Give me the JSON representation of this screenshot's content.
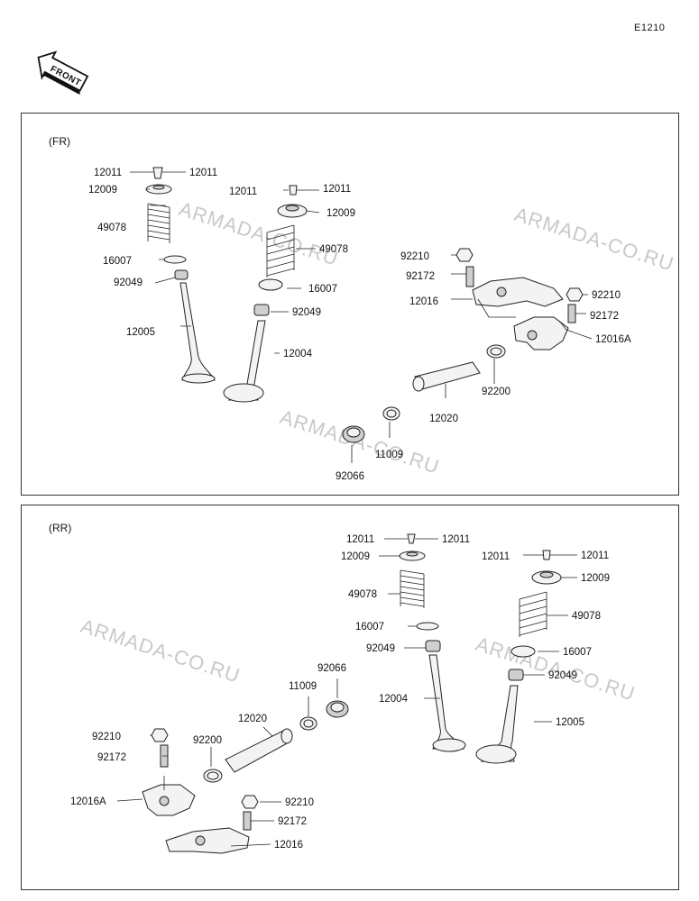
{
  "page_code": "E1210",
  "front_arrow": {
    "text": "FRONT",
    "icon": "front-direction-arrow-icon"
  },
  "watermark": "ARMADA-CO.RU",
  "panels": {
    "fr": {
      "label": "(FR)",
      "callouts": {
        "c1": "12011",
        "c2": "12011",
        "c3": "12009",
        "c4": "49078",
        "c5": "16007",
        "c6": "92049",
        "c7": "12005",
        "c8": "12011",
        "c9": "12011",
        "c10": "12009",
        "c11": "49078",
        "c12": "16007",
        "c13": "92049",
        "c14": "12004",
        "c15": "92210",
        "c16": "92172",
        "c17": "12016",
        "c18": "92210",
        "c19": "92172",
        "c20": "12016A",
        "c21": "92200",
        "c22": "12020",
        "c23": "11009",
        "c24": "92066"
      }
    },
    "rr": {
      "label": "(RR)",
      "callouts": {
        "c1": "12011",
        "c2": "12011",
        "c3": "12009",
        "c4": "49078",
        "c5": "16007",
        "c6": "92049",
        "c7": "12004",
        "c8": "12011",
        "c9": "12011",
        "c10": "12009",
        "c11": "49078",
        "c12": "16007",
        "c13": "92049",
        "c14": "12005",
        "c15": "92066",
        "c16": "11009",
        "c17": "12020",
        "c18": "92200",
        "c19": "92210",
        "c20": "92172",
        "c21": "12016A",
        "c22": "92210",
        "c23": "92172",
        "c24": "12016"
      }
    }
  }
}
